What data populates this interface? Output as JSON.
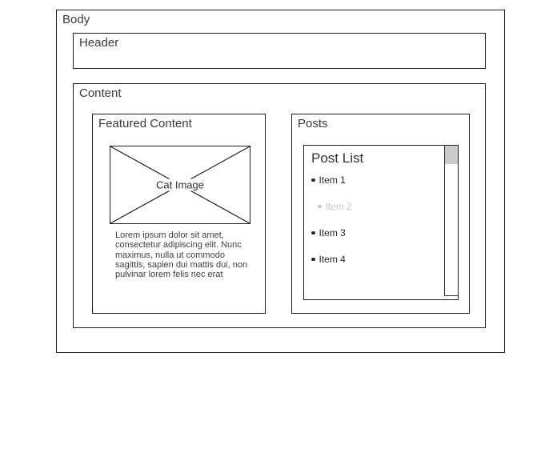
{
  "wireframe": {
    "body_label": "Body",
    "header": {
      "label": "Header"
    },
    "content": {
      "label": "Content"
    },
    "featured": {
      "title": "Featured Content",
      "image_label": "Cat Image",
      "description": "Lorem ipsum dolor sit amet, consectetur adipiscing elit. Nunc maximus, nulla ut commodo sagittis, sapien dui mattis dui, non pulvinar lorem felis nec erat"
    },
    "posts": {
      "title": "Posts",
      "list_title": "Post List",
      "items": [
        {
          "label": "Item 1",
          "state": "normal"
        },
        {
          "label": "Item 2",
          "state": "muted"
        },
        {
          "label": "Item 3",
          "state": "normal"
        },
        {
          "label": "Item 4",
          "state": "normal"
        }
      ],
      "scrollbar": {
        "thumb_position": "top"
      }
    },
    "colors": {
      "border": "#1e1e1e",
      "label_text": "#3a3a3a",
      "muted_item": "#c6c6c6",
      "scrollbar_thumb": "#cbcbcb",
      "background": "#ffffff"
    }
  }
}
